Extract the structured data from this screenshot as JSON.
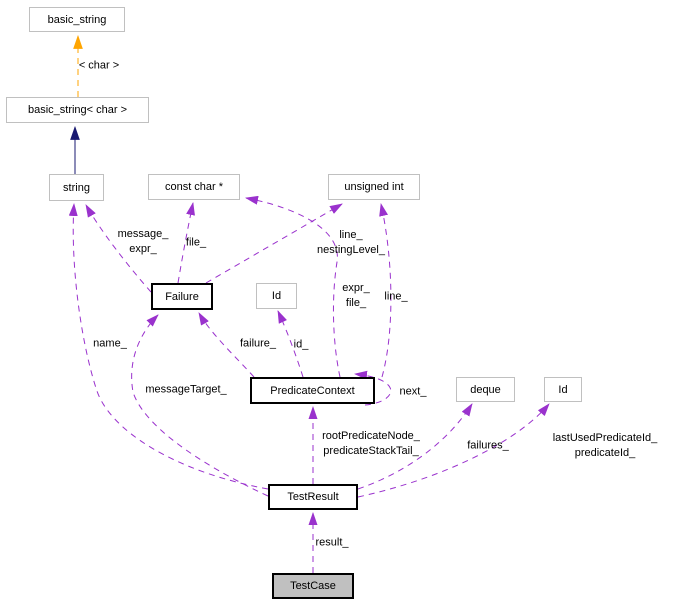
{
  "nodes": [
    {
      "id": "basic-string",
      "label": "basic_string"
    },
    {
      "id": "basic-string-char",
      "label": "basic_string< char >"
    },
    {
      "id": "string",
      "label": "string"
    },
    {
      "id": "const-char-ptr",
      "label": "const char *"
    },
    {
      "id": "unsigned-int",
      "label": "unsigned int"
    },
    {
      "id": "failure",
      "label": "Failure"
    },
    {
      "id": "id-1",
      "label": "Id"
    },
    {
      "id": "predicate-context",
      "label": "PredicateContext"
    },
    {
      "id": "deque",
      "label": "deque"
    },
    {
      "id": "id-2",
      "label": "Id"
    },
    {
      "id": "test-result",
      "label": "TestResult"
    },
    {
      "id": "test-case",
      "label": "TestCase"
    }
  ],
  "edges": [
    {
      "id": "template-char",
      "label_lines": [
        "< char >"
      ]
    },
    {
      "id": "message-expr",
      "label_lines": [
        "message_",
        "expr_"
      ]
    },
    {
      "id": "file",
      "label_lines": [
        "file_"
      ]
    },
    {
      "id": "line-nestinglevel",
      "label_lines": [
        "line_",
        "nestingLevel_"
      ]
    },
    {
      "id": "expr-file",
      "label_lines": [
        "expr_",
        "file_"
      ]
    },
    {
      "id": "line",
      "label_lines": [
        "line_"
      ]
    },
    {
      "id": "name",
      "label_lines": [
        "name_"
      ]
    },
    {
      "id": "failure",
      "label_lines": [
        "failure_"
      ]
    },
    {
      "id": "id",
      "label_lines": [
        "id_"
      ]
    },
    {
      "id": "message-target",
      "label_lines": [
        "messageTarget_"
      ]
    },
    {
      "id": "next",
      "label_lines": [
        "next_"
      ]
    },
    {
      "id": "root-predicate-node",
      "label_lines": [
        "rootPredicateNode_",
        "predicateStackTail_"
      ]
    },
    {
      "id": "failures",
      "label_lines": [
        "failures_"
      ]
    },
    {
      "id": "last-used-predicate",
      "label_lines": [
        "lastUsedPredicateId_",
        "predicateId_"
      ]
    },
    {
      "id": "result",
      "label_lines": [
        "result_"
      ]
    }
  ],
  "colors": {
    "usage_edge": "#9a32cd",
    "inheritance_edge": "#191970",
    "template_edge": "#ffa500",
    "node_border": "#c0c0c0",
    "linked_node_border": "#000000",
    "current_node_fill": "#c0c0c0",
    "background": "#ffffff",
    "text": "#000000"
  }
}
